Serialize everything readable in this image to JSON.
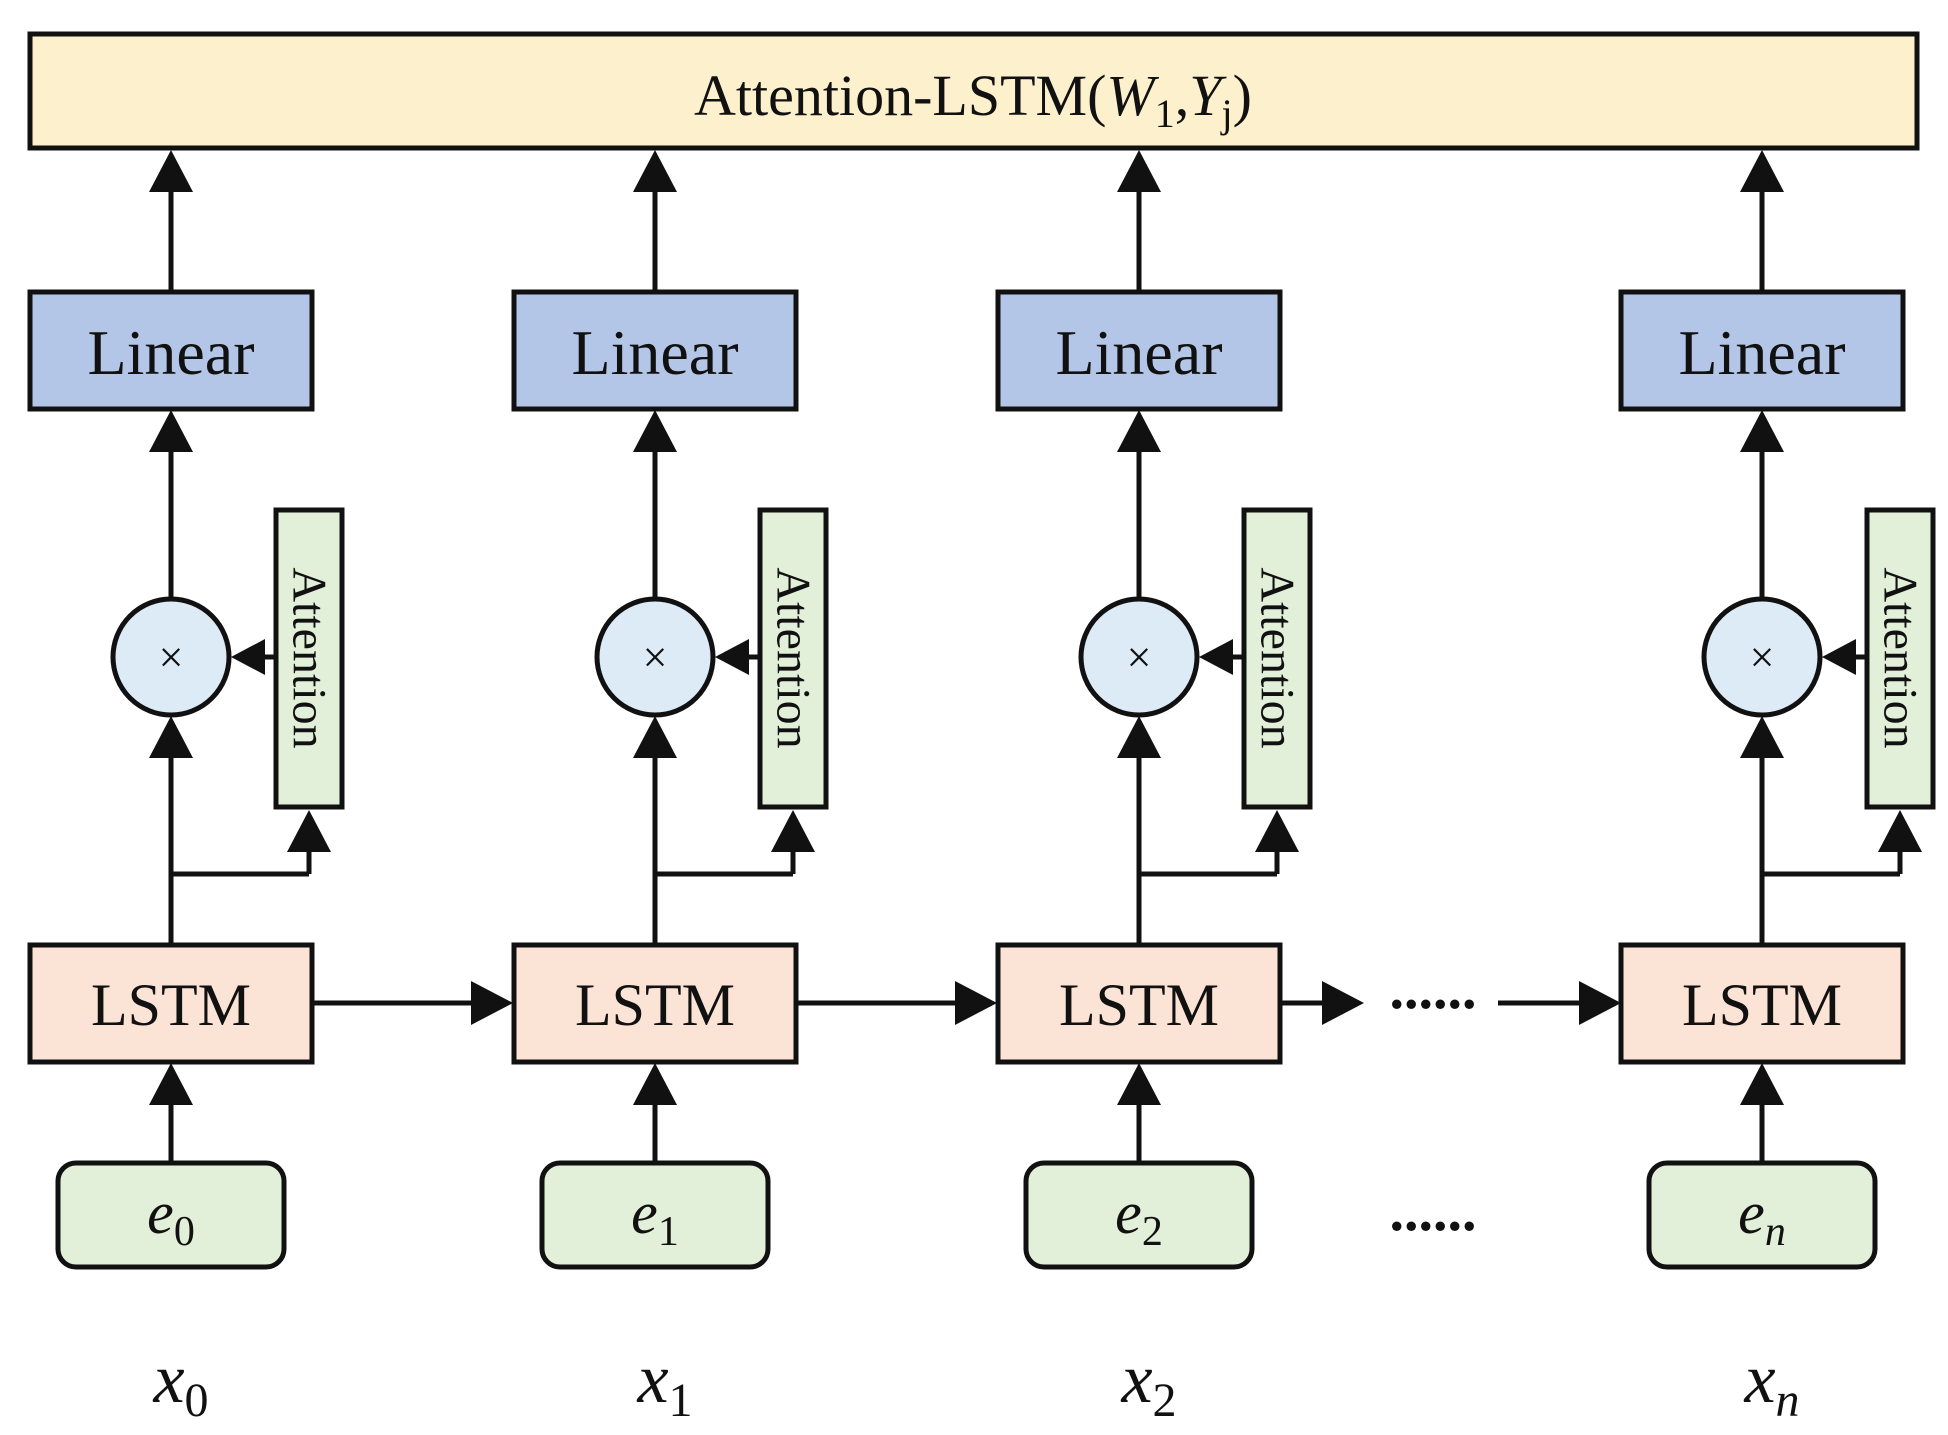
{
  "title": {
    "prefix": "Attention-LSTM(",
    "w": "W",
    "w_sub": "1",
    "sep": ",",
    "y": "Y",
    "y_sub": "j",
    "suffix": ")"
  },
  "columns": [
    {
      "linear": "Linear",
      "attention": "Attention",
      "multiply": "×",
      "lstm": "LSTM",
      "embed": "e",
      "embed_sub": "0",
      "input": "x",
      "input_sub": "0"
    },
    {
      "linear": "Linear",
      "attention": "Attention",
      "multiply": "×",
      "lstm": "LSTM",
      "embed": "e",
      "embed_sub": "1",
      "input": "x",
      "input_sub": "1"
    },
    {
      "linear": "Linear",
      "attention": "Attention",
      "multiply": "×",
      "lstm": "LSTM",
      "embed": "e",
      "embed_sub": "2",
      "input": "x",
      "input_sub": "2"
    },
    {
      "linear": "Linear",
      "attention": "Attention",
      "multiply": "×",
      "lstm": "LSTM",
      "embed": "e",
      "embed_sub": "n",
      "input": "x",
      "input_sub": "n"
    }
  ],
  "ellipsis": {
    "lstm_row": "......",
    "embed_row": "......"
  },
  "colors": {
    "title_fill": "#fdf0cc",
    "linear_fill": "#b4c6e7",
    "attention_fill": "#e2efd9",
    "multiply_fill": "#ddebf7",
    "lstm_fill": "#fbe4d5",
    "embed_fill": "#e2efd9",
    "stroke": "#111111"
  }
}
